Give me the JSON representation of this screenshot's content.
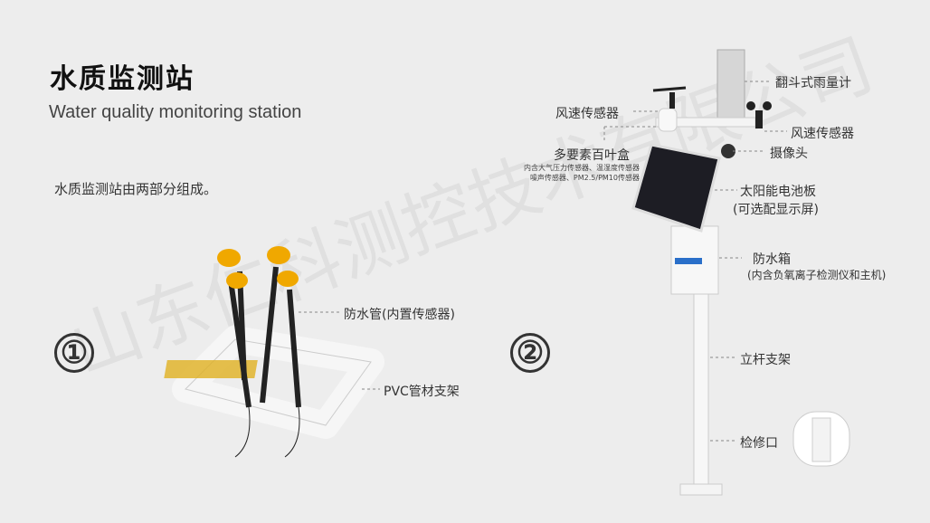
{
  "slide": {
    "title": "水质监测站",
    "subtitle": "Water quality monitoring station",
    "description": "水质监测站由两部分组成。",
    "watermark": "山东仁科测控技术有限公司"
  },
  "part1": {
    "number": "①",
    "labels": [
      "防水管(内置传感器)",
      "PVC管材支架"
    ]
  },
  "part2": {
    "number": "②",
    "labels": {
      "rain_gauge": "翻斗式雨量计",
      "wind_speed_left": "风速传感器",
      "wind_speed_right": "风速传感器",
      "louver_box": "多要素百叶盒",
      "louver_note1": "内含大气压力传感器、温湿度传感器",
      "louver_note2": "噪声传感器、PM2.5/PM10传感器",
      "camera": "摄像头",
      "solar": "太阳能电池板",
      "solar_note": "(可选配显示屏)",
      "box": "防水箱",
      "box_note": "(内含负氧离子检测仪和主机)",
      "pole": "立杆支架",
      "hatch": "检修口"
    }
  }
}
